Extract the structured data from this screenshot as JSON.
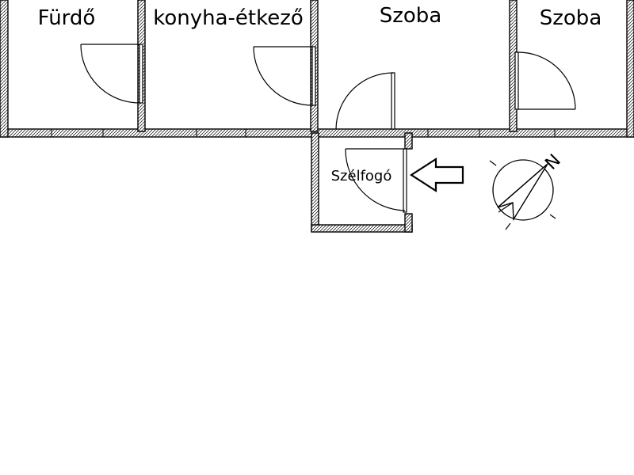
{
  "rooms": {
    "furdo": "Fürdő",
    "konyha": "konyha-étkező",
    "szoba1": "Szoba",
    "szoba2": "Szoba",
    "szelfogo": "Szélfogó"
  },
  "compass": {
    "north_label": "N"
  },
  "colors": {
    "ink": "#000000",
    "background": "#ffffff"
  }
}
